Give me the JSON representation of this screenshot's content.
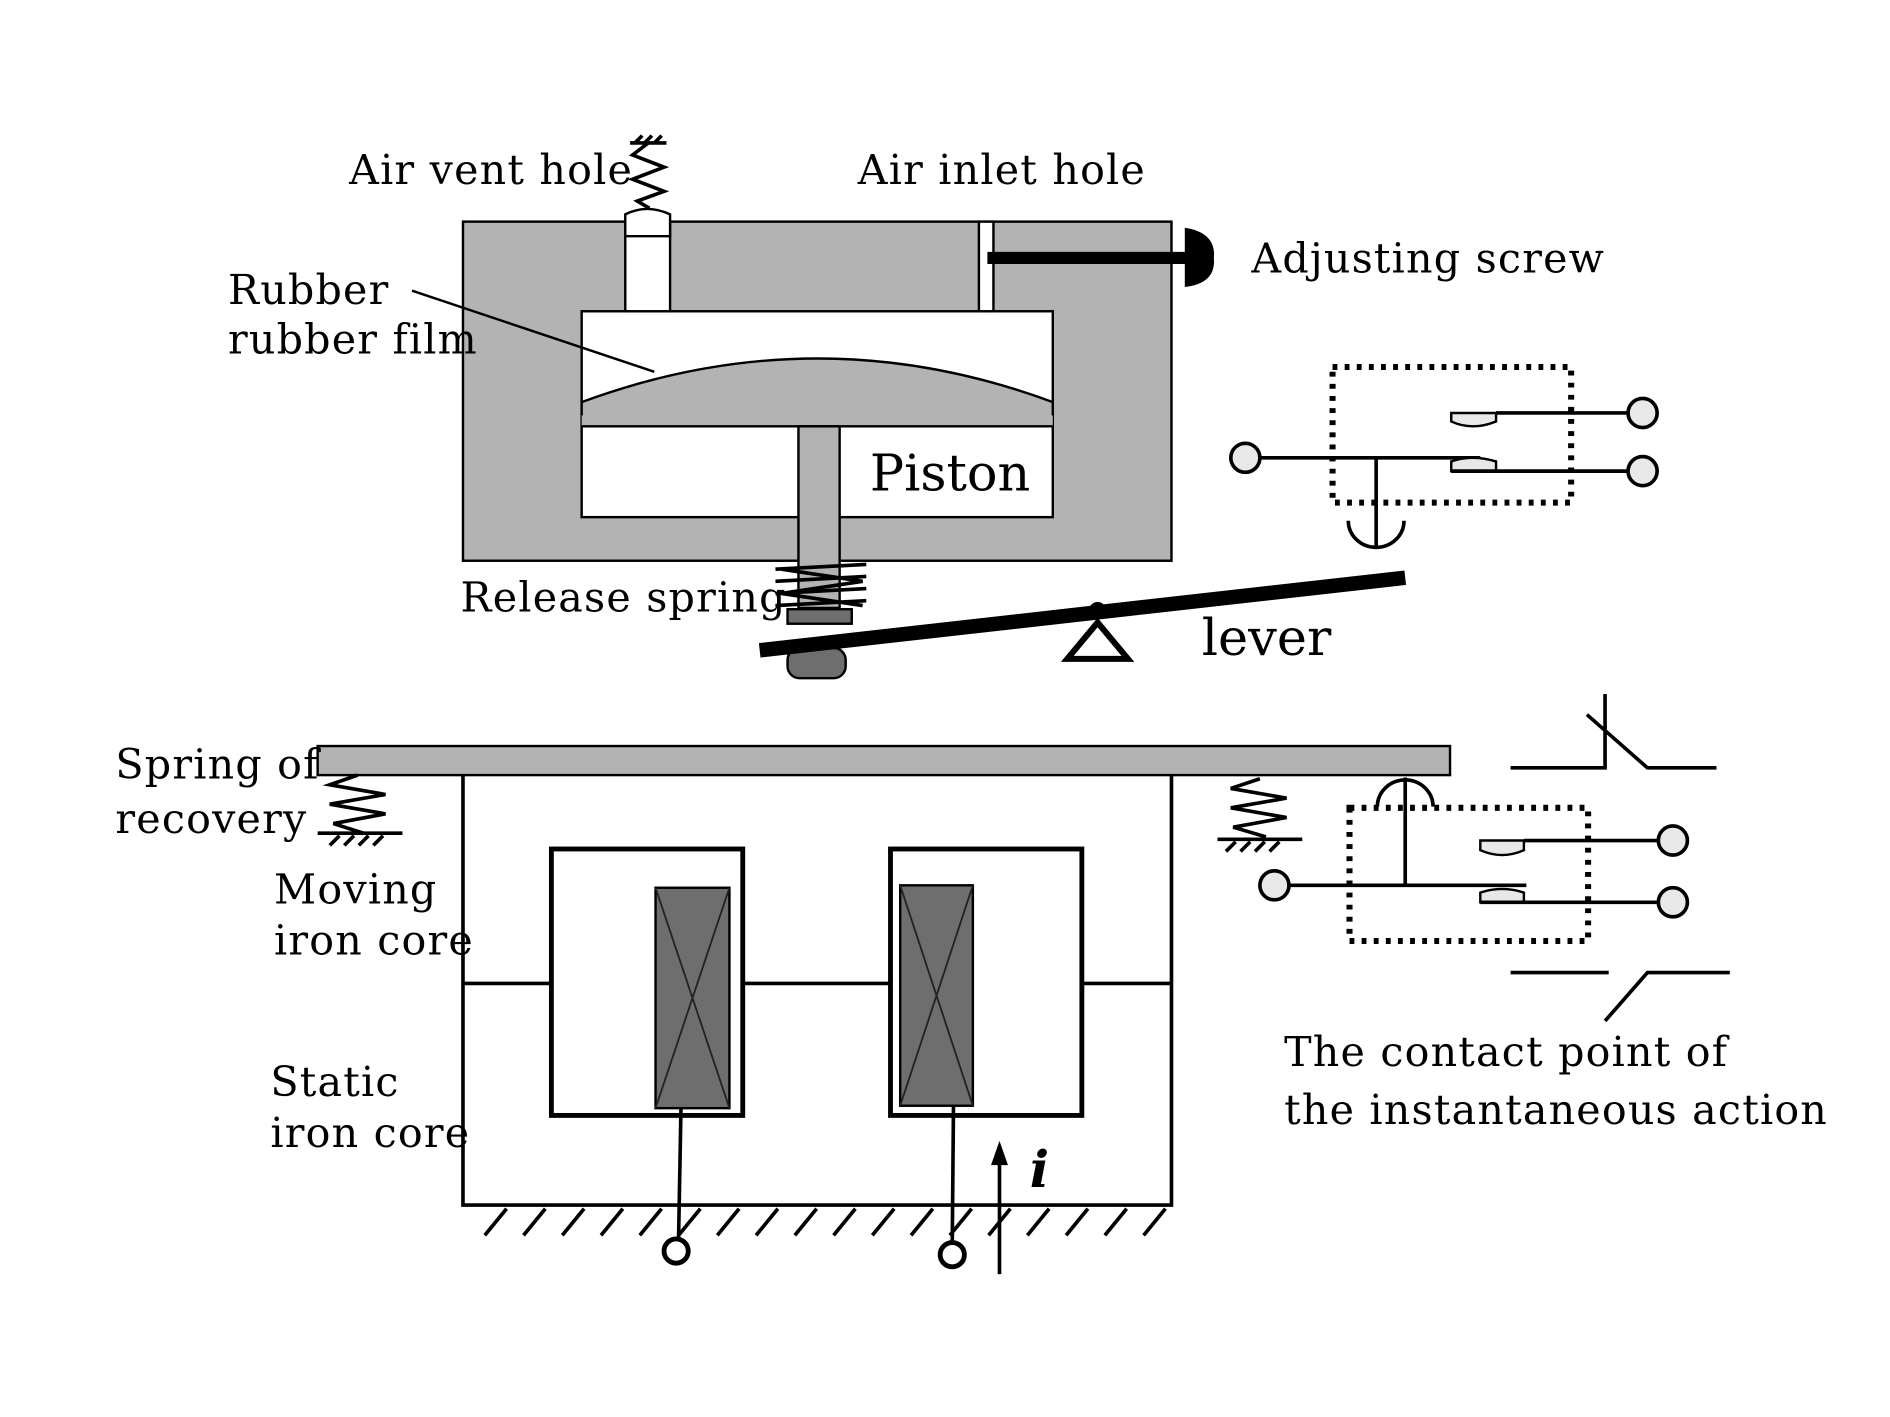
{
  "labels": {
    "air_vent_hole": "Air vent hole",
    "air_inlet_hole": "Air inlet hole",
    "adjusting_screw": "Adjusting screw",
    "rubber_line1": "Rubber",
    "rubber_line2": "rubber film",
    "piston": "Piston",
    "release_spring": "Release spring",
    "lever": "lever",
    "recovery_line1": "Spring of",
    "recovery_line2": "recovery",
    "moving_line1": "Moving",
    "moving_line2": "iron core",
    "static_line1": "Static",
    "static_line2": "iron core",
    "contact_line1": "The contact point of",
    "contact_line2": "the instantaneous action",
    "current": "i"
  },
  "colors": {
    "housing": "#b3b3b3",
    "coil": "#6e6e6e",
    "terminal": "#e8e8e8"
  }
}
